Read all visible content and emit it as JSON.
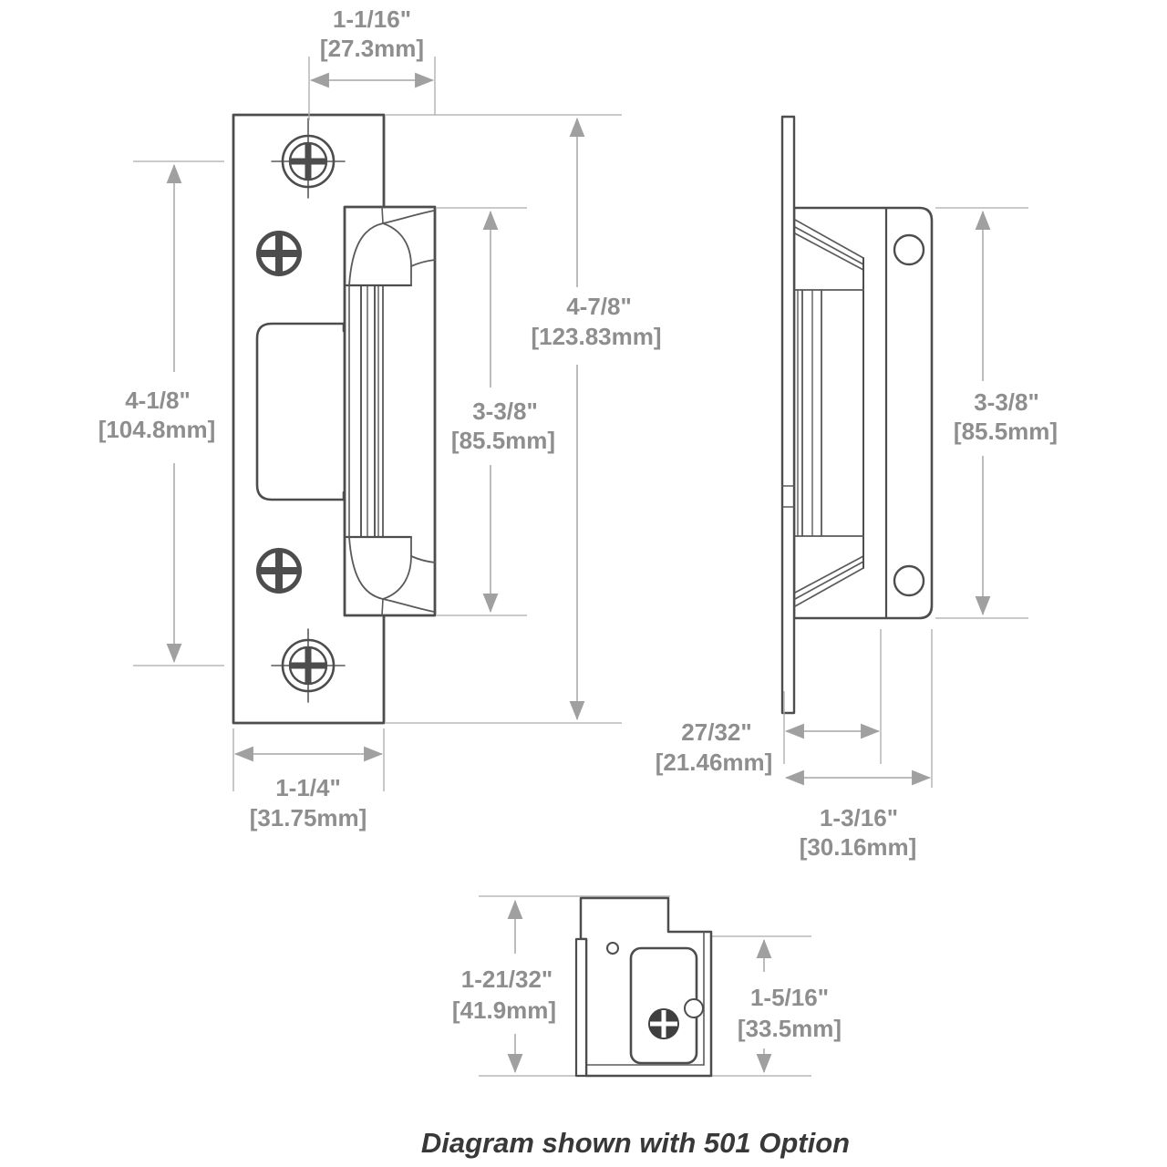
{
  "caption": "Diagram shown with 501 Option",
  "front": {
    "top_width_in": "1-1/16\"",
    "top_width_mm": "[27.3mm]",
    "screw_span_in": "4-1/8\"",
    "screw_span_mm": "[104.8mm]",
    "body_height_in": "3-3/8\"",
    "body_height_mm": "[85.5mm]",
    "overall_height_in": "4-7/8\"",
    "overall_height_mm": "[123.83mm]",
    "plate_width_in": "1-1/4\"",
    "plate_width_mm": "[31.75mm]"
  },
  "side": {
    "body_height_in": "3-3/8\"",
    "body_height_mm": "[85.5mm]",
    "lip_depth_in": "27/32\"",
    "lip_depth_mm": "[21.46mm]",
    "overall_depth_in": "1-3/16\"",
    "overall_depth_mm": "[30.16mm]"
  },
  "bottom": {
    "height_in": "1-21/32\"",
    "height_mm": "[41.9mm]",
    "depth_in": "1-5/16\"",
    "depth_mm": "[33.5mm]"
  },
  "colors": {
    "outline": "#4d4d4d",
    "dimension_line": "#a5a5a5",
    "dimension_text": "#8e8e8e",
    "caption_text": "#383838"
  }
}
